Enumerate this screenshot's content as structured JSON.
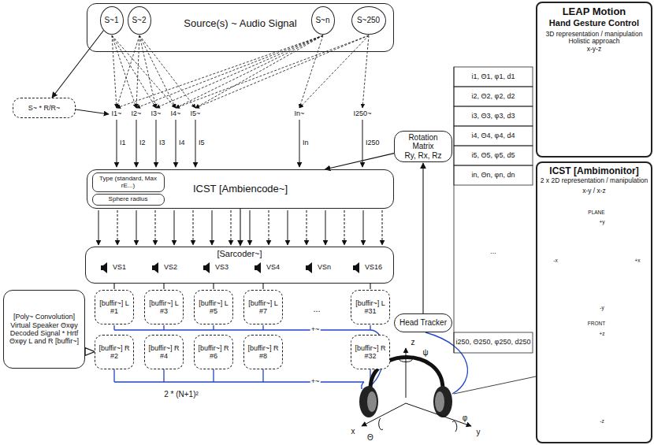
{
  "diagram": {
    "nodes": [
      {
        "text": [
          "Source(s) ~ Audio Signal"
        ]
      },
      {
        "text": [
          "S~1"
        ],
        "in": 0
      },
      {
        "text": [
          "S~2"
        ],
        "in": 0
      },
      {
        "text": [
          "S~n"
        ],
        "in": 0
      },
      {
        "text": [
          "S~250"
        ],
        "in": 0
      },
      {
        "text": [
          "S~ * R/R~"
        ]
      },
      {
        "text": [
          "ICST [Ambiencode~]"
        ]
      },
      {
        "text": [
          "Type (standard, Max rE...)"
        ],
        "in": 6
      },
      {
        "text": [
          "Sphere radius"
        ],
        "in": 6
      },
      {
        "text": [
          "Rotation Matrix",
          "Ry, Rx, Rz"
        ]
      },
      {
        "text": [
          "[Sarcoder~]"
        ]
      },
      {
        "text": [
          "[buffir~] L #1"
        ]
      },
      {
        "text": [
          "[buffir~] L #3"
        ]
      },
      {
        "text": [
          "[buffir~] L #5"
        ]
      },
      {
        "text": [
          "[buffir~] L #7"
        ]
      },
      {
        "text": [
          "[buffir~] L #31"
        ]
      },
      {
        "text": [
          "[buffir~] R #2"
        ]
      },
      {
        "text": [
          "[buffir~] R #4"
        ]
      },
      {
        "text": [
          "[buffir~] R #6"
        ]
      },
      {
        "text": [
          "[buffir~] R #8"
        ]
      },
      {
        "text": [
          "[buffir~] R #32"
        ]
      },
      {
        "text": [
          "[Poly~ Convolution] Virtual Speaker Θxφy Decoded Signal * Hrtf Θxφy L and R [buffir~]"
        ]
      },
      {
        "text": [
          "Head Tracker"
        ]
      },
      {
        "text": [
          "LEAP Motion",
          "Hand Gesture Control",
          "3D representation / manipulation",
          "Holistic approach",
          "x-y-z"
        ]
      },
      {
        "text": [
          "ICST [Ambimonitor]",
          "2 x 2D representation / manipulation",
          "x-y / x-z"
        ]
      }
    ],
    "edges": [
      {
        "from": 1,
        "to": 5,
        "arrow": "to"
      },
      {
        "from": 22,
        "to": 9,
        "arrow": "to"
      },
      {
        "from": 9,
        "to": 6,
        "arrow": "to"
      },
      {
        "from": 6,
        "to": 10,
        "arrow": "to"
      },
      {
        "from": 10,
        "to": 11,
        "arrow": "none"
      },
      {
        "from": 10,
        "to": 12,
        "arrow": "none"
      },
      {
        "from": 10,
        "to": 13,
        "arrow": "none"
      },
      {
        "from": 10,
        "to": 14,
        "arrow": "none"
      },
      {
        "from": 10,
        "to": 15,
        "arrow": "none"
      },
      {
        "from": 21,
        "to": 16,
        "arrow": "to"
      }
    ],
    "labels": [
      "I1~",
      "I2~",
      "I3~",
      "I4~",
      "I5~",
      "In~",
      "I250~",
      "I1",
      "I2",
      "I3",
      "I4",
      "I5",
      "In",
      "I250",
      "VS1",
      "VS2",
      "VS3",
      "VS4",
      "VSn",
      "VS16",
      "...",
      "+~",
      "+~",
      "2 * (N+1)²",
      "i1, Θ1, φ1, d1",
      "i2, Θ2, φ2, d2",
      "i3, Θ3, φ3, d3",
      "i4, Θ4, φ4, d4",
      "i5, Θ5, φ5, d5",
      "in, Θn, φn, dn",
      "...",
      "i250, Θ250, φ250, d250",
      "PLANE",
      "FRONT",
      "z",
      "ψ",
      "x",
      "Θ",
      "φ",
      "y",
      "+y",
      "-y",
      "-x",
      "+x",
      "+z",
      "-z"
    ]
  }
}
